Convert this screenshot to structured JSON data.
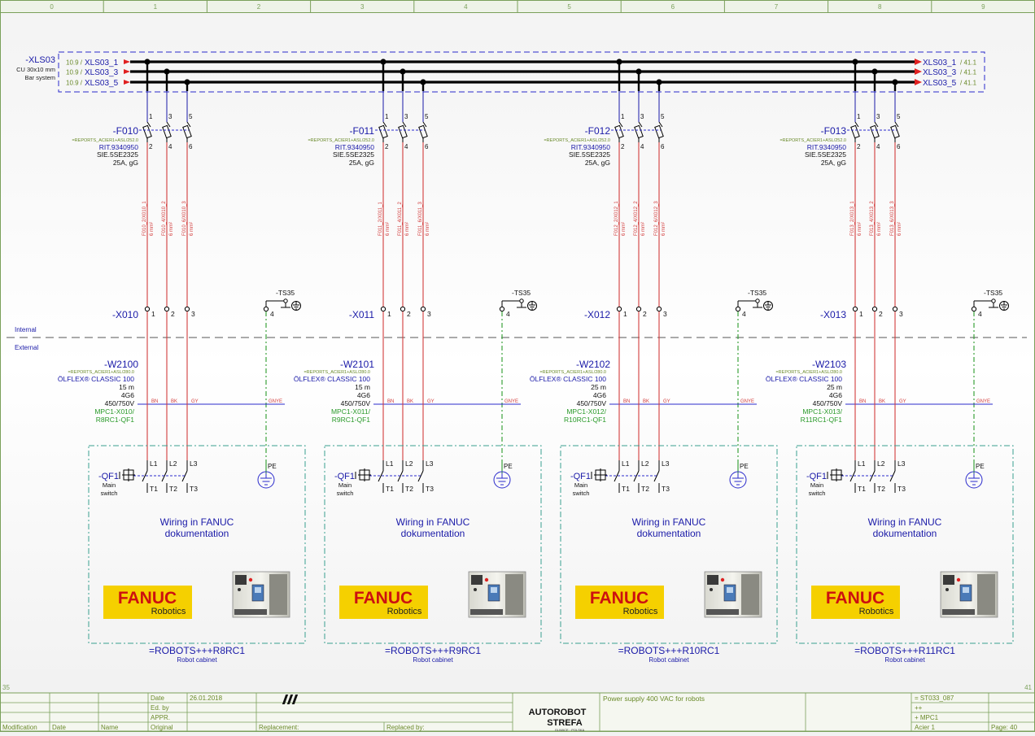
{
  "ruler": {
    "columns": [
      "0",
      "1",
      "2",
      "3",
      "4",
      "5",
      "6",
      "7",
      "8",
      "9"
    ],
    "left_row": "35",
    "right_row": "41"
  },
  "busbar": {
    "name": "-XLS03",
    "desc1": "CU 30x10 mm",
    "desc2": "Bar system",
    "left_ref": "10.9 /",
    "right_ref": "/ 41.1",
    "phases": [
      "XLS03_1",
      "XLS03_3",
      "XLS03_5"
    ]
  },
  "zones": {
    "internal": "Internal",
    "external": "External"
  },
  "pin_top": [
    "1",
    "3",
    "5"
  ],
  "pin_bottom": [
    "2",
    "4",
    "6"
  ],
  "terminal_pins": [
    "1",
    "2",
    "3"
  ],
  "pe_pin": "4",
  "ts_label": "-TS35",
  "cable_cores": [
    "BN",
    "BK",
    "GY"
  ],
  "pe_core": "GNYE",
  "qf_label": "-QF1",
  "main_switch": [
    "Main",
    "switch"
  ],
  "switch_in": [
    "L1",
    "L2",
    "L3"
  ],
  "switch_out": [
    "T1",
    "T2",
    "T3"
  ],
  "pe_label": "PE",
  "wiring_text": [
    "Wiring in FANUC",
    "dokumentation"
  ],
  "fanuc_logo": {
    "main": "FANUC",
    "sub": "Robotics"
  },
  "cabinet_subtitle": "Robot cabinet",
  "fuse_specs": [
    "RIT.9340950",
    "SIE.5SE2325",
    "25A, gG"
  ],
  "cable_specs": [
    "ÖLFLEX® CLASSIC 100",
    "4G6",
    "450/750V"
  ],
  "fuse_ref": "=REPORTS_ACIER1+ASL/252.0",
  "cable_ref": "=REPORTS_ACIER1+ASL/280.0",
  "wire_size": "6 mm²",
  "channels": [
    {
      "fuse": "-F010",
      "terminal": "-X010",
      "cable": "-W2100",
      "length": "15 m",
      "target1": "MPC1-X010/",
      "target2": "R8RC1-QF1",
      "wires": [
        "F010_2/X010_1",
        "F010_4/X010_2",
        "F010_6/X010_3"
      ],
      "cabinet": "=ROBOTS+++R8RC1"
    },
    {
      "fuse": "-F011",
      "terminal": "-X011",
      "cable": "-W2101",
      "length": "15 m",
      "target1": "MPC1-X011/",
      "target2": "R9RC1-QF1",
      "wires": [
        "F011_2/X011_1",
        "F011_4/X011_2",
        "F011_6/X011_3"
      ],
      "cabinet": "=ROBOTS+++R9RC1"
    },
    {
      "fuse": "-F012",
      "terminal": "-X012",
      "cable": "-W2102",
      "length": "25 m",
      "target1": "MPC1-X012/",
      "target2": "R10RC1-QF1",
      "wires": [
        "F012_2/X012_1",
        "F012_4/X012_2",
        "F012_6/X012_3"
      ],
      "cabinet": "=ROBOTS+++R10RC1"
    },
    {
      "fuse": "-F013",
      "terminal": "-X013",
      "cable": "-W2103",
      "length": "25 m",
      "target1": "MPC1-X013/",
      "target2": "R11RC1-QF1",
      "wires": [
        "F013_2/X013_1",
        "F013_4/X013_2",
        "F013_6/X013_3"
      ],
      "cabinet": "=ROBOTS+++R11RC1"
    }
  ],
  "title_block": {
    "date_label": "Date",
    "date_value": "26.01.2018",
    "ed_by_label": "Ed. by",
    "appr_label": "APPR.",
    "original_label": "Original",
    "modification_label": "Modification",
    "date_col_label": "Date",
    "name_label": "Name",
    "replacement_label": "Replacement:",
    "replaced_by_label": "Replaced by:",
    "logo_line1": "AUTOROBOT",
    "logo_line2": "STREFA",
    "logo_line3": "GLIWICE · POLSKA",
    "description": "Power supply 400 VAC for robots",
    "doc_id": "= ST033_087",
    "plus_plus": "++",
    "mpc": "+ MPC1",
    "acier": "Acier 1",
    "page": "Page: 40"
  },
  "colors": {
    "busbar_blue": "#1a1aa8",
    "wire_red": "#d23c3c",
    "pe_green": "#2a9a2a",
    "cabinet_teal": "#3aa090",
    "olive": "#6a8a2a",
    "fanuc_yellow": "#f5d000",
    "fanuc_red": "#cc1010",
    "grid_green": "#7aa05a"
  }
}
